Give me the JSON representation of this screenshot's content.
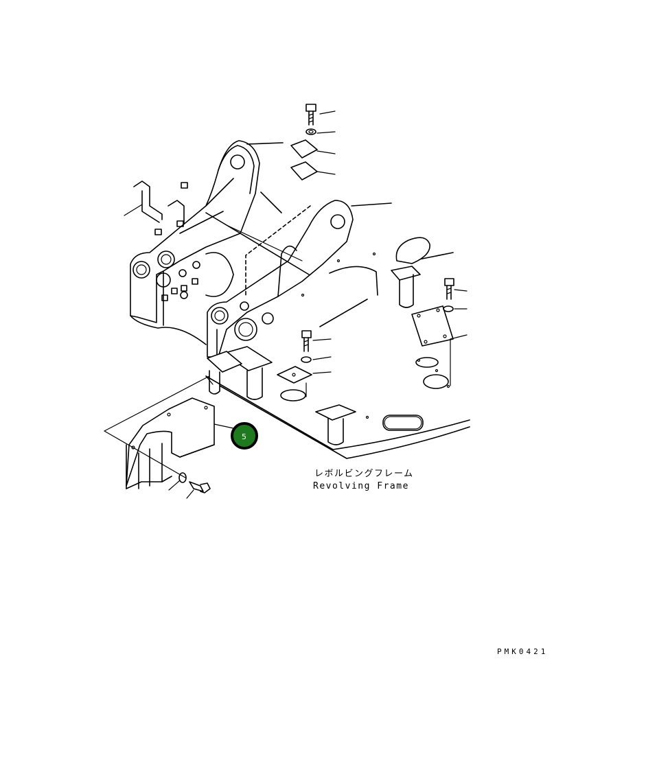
{
  "callout": {
    "number": "5",
    "fill": "#1f7a1f",
    "stroke": "#000000"
  },
  "caption": {
    "japanese": "レボルビングフレーム",
    "english": "Revolving Frame"
  },
  "drawing_code": "PMK0421",
  "colors": {
    "line": "#000000",
    "background": "#ffffff"
  }
}
